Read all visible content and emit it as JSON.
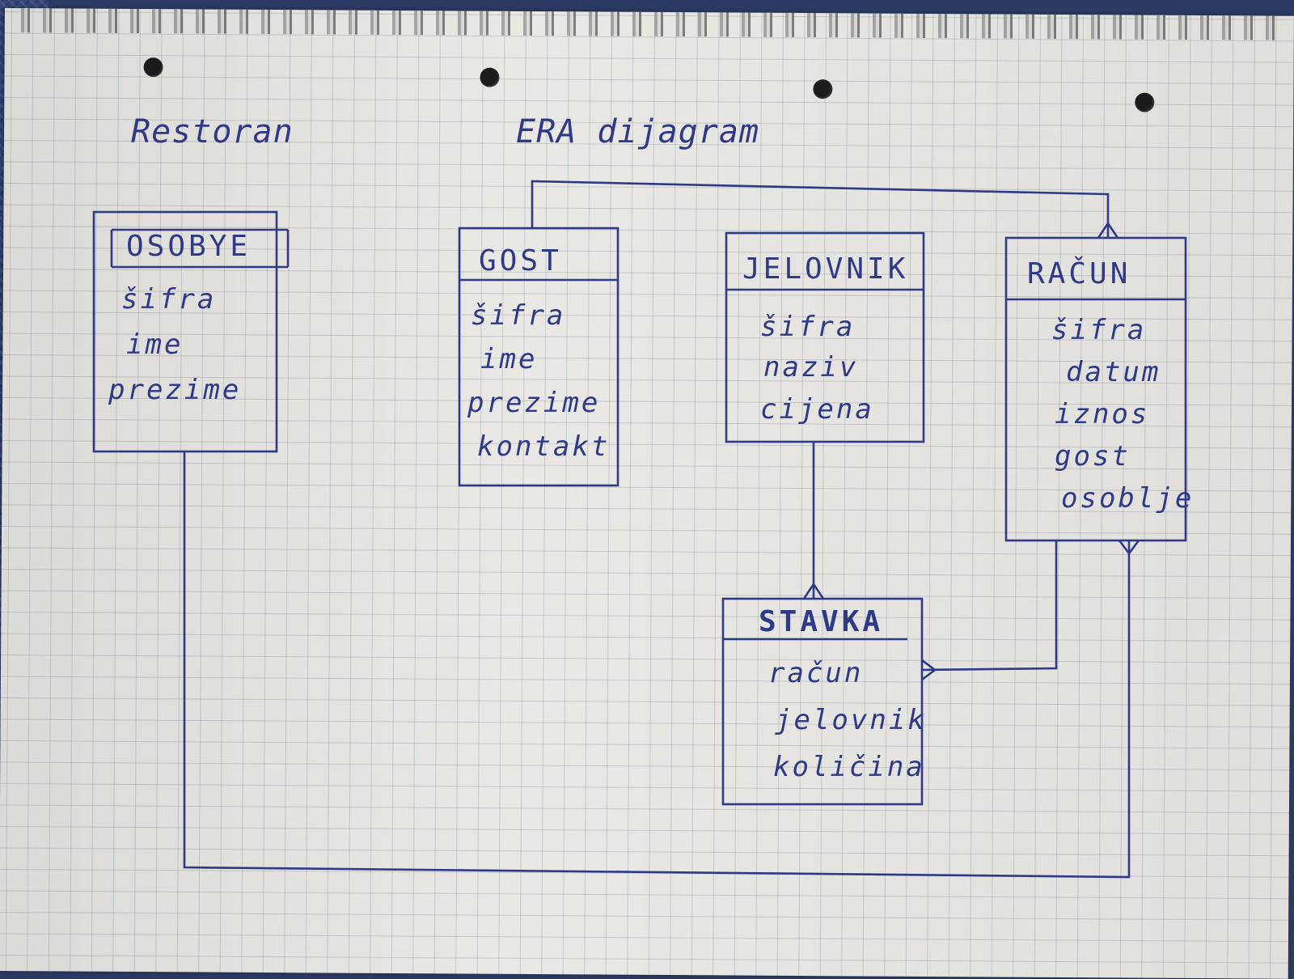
{
  "title_left": "Restoran",
  "title_center": "ERA dijagram",
  "entities": [
    {
      "id": "osobye",
      "name": "OSOBYE",
      "attributes": [
        "šifra",
        "ime",
        "prezime"
      ]
    },
    {
      "id": "gost",
      "name": "GOST",
      "attributes": [
        "šifra",
        "ime",
        "prezime",
        "kontakt"
      ]
    },
    {
      "id": "jelovnik",
      "name": "JELOVNIK",
      "attributes": [
        "šifra",
        "naziv",
        "cijena"
      ]
    },
    {
      "id": "racun",
      "name": "RAČUN",
      "attributes": [
        "šifra",
        "datum",
        "iznos",
        "gost",
        "osoblje"
      ]
    },
    {
      "id": "stavka",
      "name": "STAVKA",
      "attributes": [
        "račun",
        "jelovnik",
        "količina"
      ]
    }
  ],
  "colors": {
    "ink": "#2e3a86",
    "paper": "#e9e8e4",
    "grid": "#9aa3b4"
  }
}
